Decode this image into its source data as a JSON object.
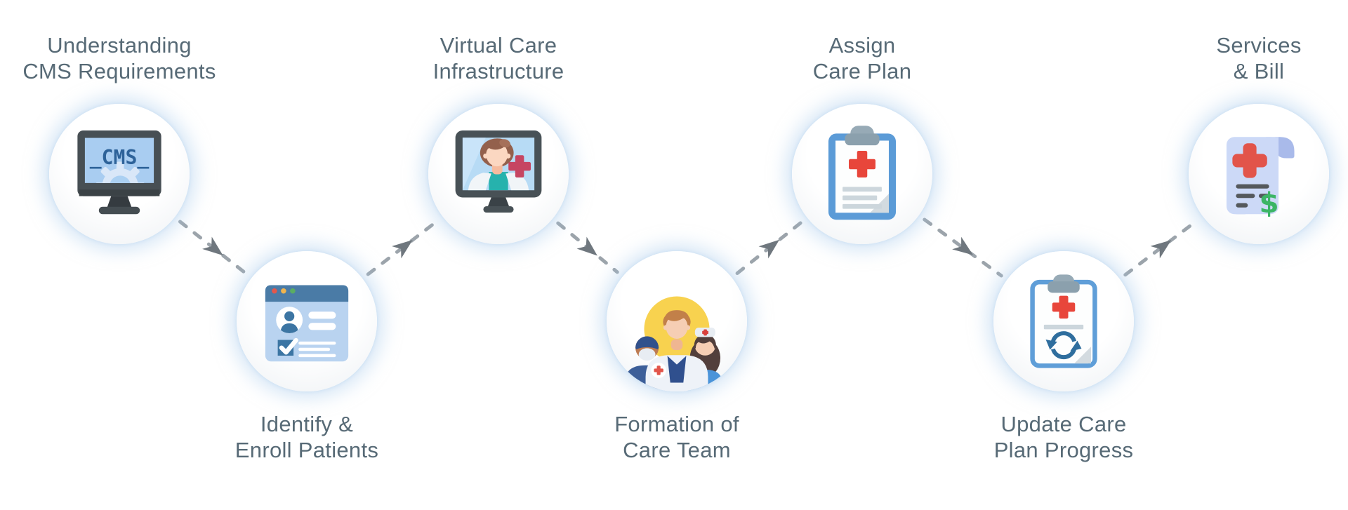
{
  "diagram": {
    "type": "workflow-zigzag",
    "direction": "left-to-right",
    "connector_style": "dashed-line-with-mid-arrowhead",
    "step_count": 7
  },
  "steps": [
    {
      "order": 1,
      "line1": "Understanding",
      "line2": "CMS Requirements",
      "position": "top",
      "icon": "cms-monitor-icon"
    },
    {
      "order": 2,
      "line1": "Identify &",
      "line2": "Enroll Patients",
      "position": "bottom",
      "icon": "patient-enrollment-form-icon"
    },
    {
      "order": 3,
      "line1": "Virtual Care",
      "line2": "Infrastructure",
      "position": "top",
      "icon": "telehealth-doctor-monitor-icon"
    },
    {
      "order": 4,
      "line1": "Formation of",
      "line2": "Care Team",
      "position": "bottom",
      "icon": "care-team-icon"
    },
    {
      "order": 5,
      "line1": "Assign",
      "line2": "Care Plan",
      "position": "top",
      "icon": "care-plan-clipboard-icon"
    },
    {
      "order": 6,
      "line1": "Update Care",
      "line2": "Plan Progress",
      "position": "bottom",
      "icon": "update-care-plan-clipboard-icon"
    },
    {
      "order": 7,
      "line1": "Services",
      "line2": "& Bill",
      "position": "top",
      "icon": "medical-bill-icon"
    }
  ],
  "icon_text": {
    "cms_screen": "_CMS_",
    "bill_currency": "$"
  },
  "colors": {
    "background": "#ffffff",
    "label_text": "#576a76",
    "arrow_dash": "#9ca4ab",
    "arrow_head": "#6f777e",
    "circle_glow": "#acceee",
    "monitor_frame": "#474f54",
    "monitor_screen": "#a9cdf1",
    "cms_text_blue": "#2d6299",
    "form_header_blue": "#4a7ba6",
    "form_body_blue": "#b9d3f0",
    "form_accent_blue": "#3c75a3",
    "dot_red": "#e2574c",
    "dot_yellow": "#f0b44e",
    "dot_green": "#5aad63",
    "teal_shirt": "#26b2ad",
    "clipboard_blue": "#5b9bd7",
    "clip_gray": "#8ba0ad",
    "cross_red": "#e8463b",
    "raspberry_cross": "#c64562",
    "sync_blue": "#2f6e9e",
    "team_yellow": "#f8d24f",
    "team_navy": "#3d5f99",
    "team_bright_blue": "#4b94d9",
    "bill_paper": "#ccd9f7",
    "bill_curl": "#a9baea",
    "bill_red": "#e2544a",
    "dollar_green": "#3cb566"
  }
}
